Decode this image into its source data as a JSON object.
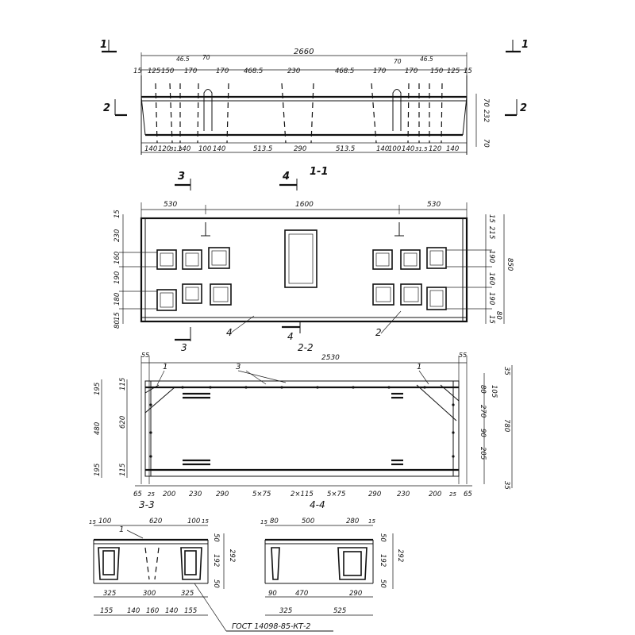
{
  "view1": {
    "total_length": "2660",
    "top_dims": [
      "15",
      "125",
      "150",
      "46.5",
      "170",
      "70",
      "170",
      "468.5",
      "230",
      "468.5",
      "170",
      "70",
      "170",
      "46.5",
      "150",
      "125",
      "15"
    ],
    "bottom_dims": [
      "140",
      "120",
      "31.5",
      "140",
      "100",
      "140",
      "513.5",
      "290",
      "513.5",
      "140",
      "100",
      "140",
      "31.5",
      "120",
      "140"
    ],
    "right_dims": [
      "70",
      "232",
      "70"
    ]
  },
  "cuts": {
    "c1_left": "1",
    "c1_right": "1",
    "c2_left": "2",
    "c2_right": "2",
    "c3": "3",
    "c4": "4",
    "c3_bottom": "3",
    "c4_bottom": "4"
  },
  "section_titles": {
    "s11": "1-1",
    "s22": "2-2",
    "s33": "3-3",
    "s44": "4-4"
  },
  "view11": {
    "top_dims": [
      "530",
      "1600",
      "530"
    ],
    "left_dims": [
      "15",
      "230",
      "160",
      "190",
      "180",
      "15",
      "80"
    ],
    "right_dims": [
      "15",
      "215",
      "190",
      "160",
      "190",
      "15",
      "80"
    ],
    "overall_height": "850",
    "markers": [
      "4",
      "2"
    ]
  },
  "view22": {
    "total_length": "2530",
    "end_dims": [
      "55",
      "55"
    ],
    "markers": [
      "1",
      "3",
      "1"
    ],
    "left_dims": [
      "480",
      "620",
      "195",
      "115",
      "195",
      "115"
    ],
    "right_dims": [
      "35",
      "80",
      "105",
      "270",
      "90",
      "205",
      "35",
      "780"
    ],
    "bottom_dims": [
      "65",
      "25",
      "200",
      "230",
      "290",
      "5×75",
      "2×115",
      "5×75",
      "290",
      "230",
      "200",
      "25",
      "65"
    ]
  },
  "view33": {
    "top_dims": [
      "15",
      "100",
      "620",
      "100",
      "15"
    ],
    "right_dims": [
      "50",
      "192",
      "292",
      "50"
    ],
    "bottom_dims1": [
      "325",
      "300",
      "325"
    ],
    "bottom_dims2": [
      "155",
      "140",
      "160",
      "140",
      "155"
    ],
    "marker": "1"
  },
  "view44": {
    "top_dims": [
      "15",
      "80",
      "500",
      "280",
      "15"
    ],
    "right_dims": [
      "50",
      "192",
      "292",
      "50"
    ],
    "bottom_dims1": [
      "90",
      "470",
      "290"
    ],
    "bottom_dims2": [
      "325",
      "525"
    ]
  },
  "note": "ГОСТ 14098-85-КТ-2"
}
